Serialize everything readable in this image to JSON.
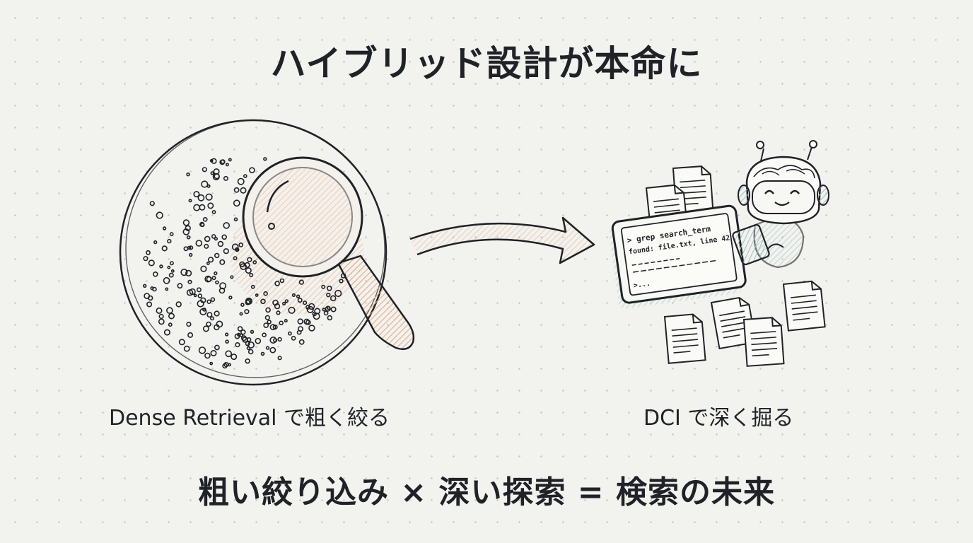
{
  "title": "ハイブリッド設計が本命に",
  "left_label": "Dense Retrieval で粗く絞る",
  "right_label": "DCI で深く掘る",
  "formula": "粗い絞り込み × 深い探索 = 検索の未来",
  "terminal": {
    "line1": "> grep search_term",
    "line2": "found: file.txt, line 42",
    "prompt": ">..."
  },
  "colors": {
    "ink": "#1f2226",
    "accent_orange": "#e9a37c",
    "accent_teal": "#9cc1bb",
    "background": "#f2f2ef"
  },
  "icons": [
    "magnifying-glass-icon",
    "arrow-icon",
    "robot-icon",
    "tablet-icon",
    "document-icon"
  ]
}
